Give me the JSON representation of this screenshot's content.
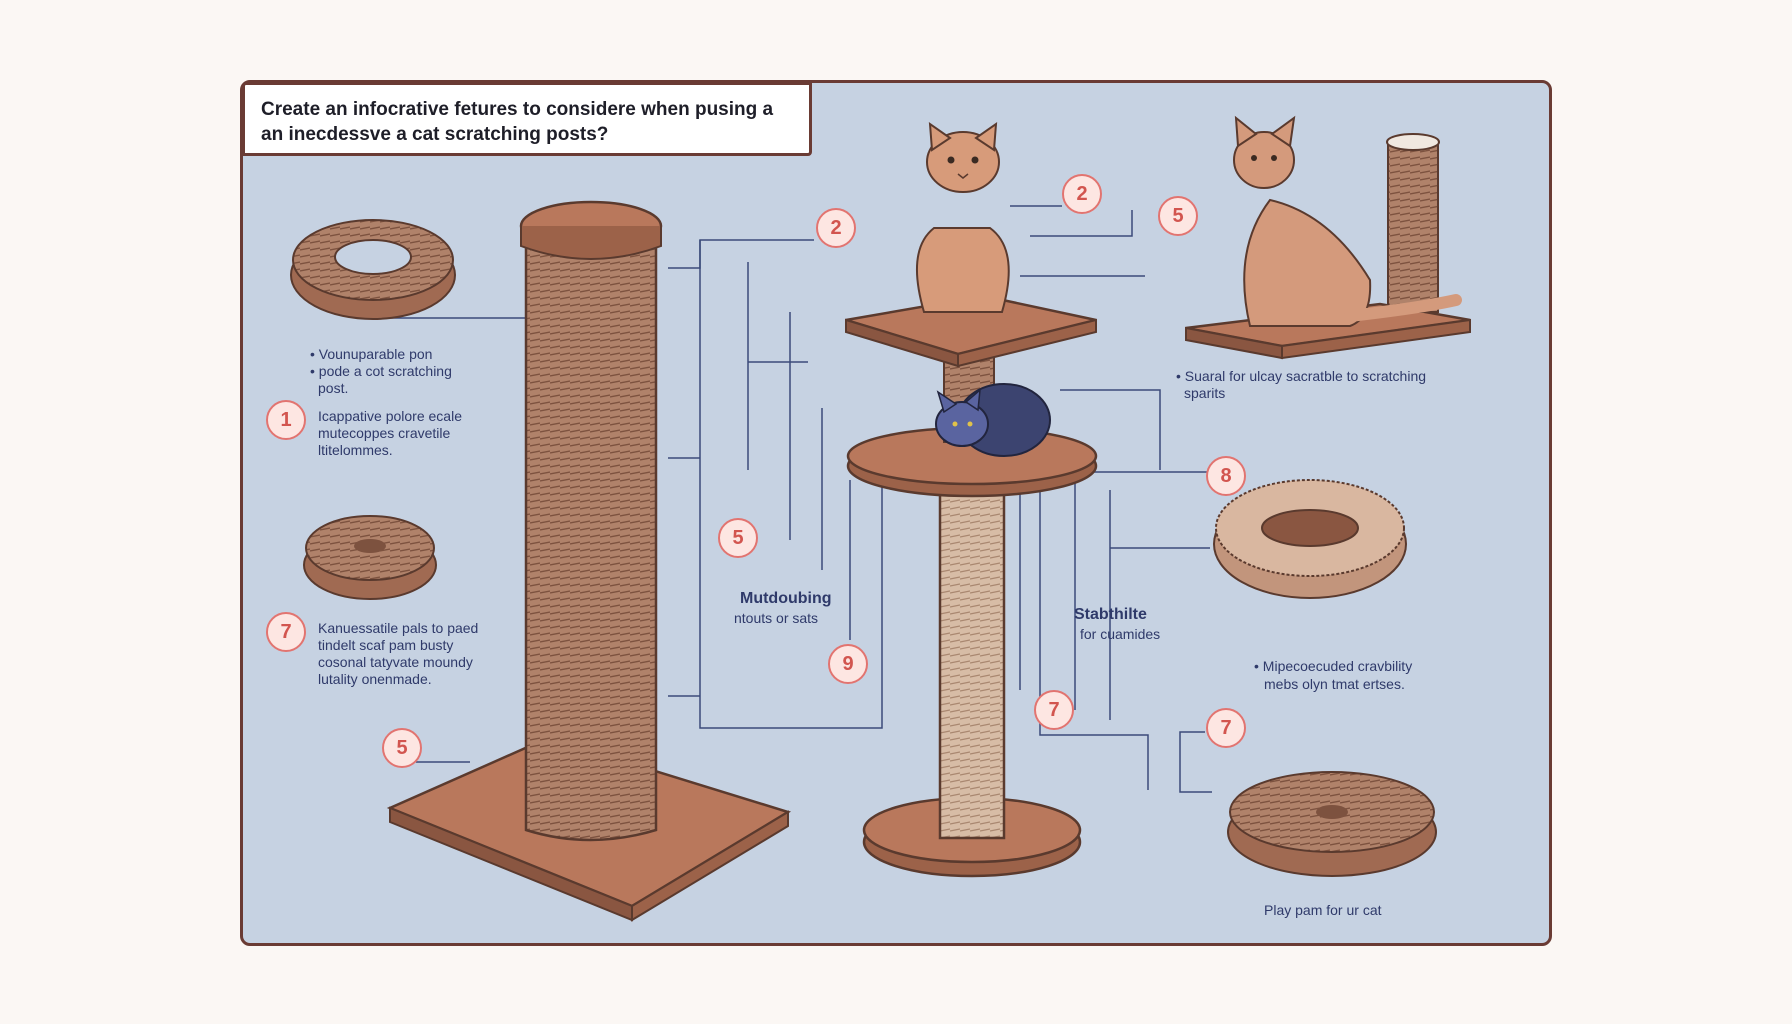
{
  "title": "Create an infocrative fetures to considere when pusing a an inecdessve a cat scratching posts?",
  "labels": {
    "post_left_1": "• Vounuparable pon",
    "post_left_2": "• pode a cot scratching",
    "post_left_3": "post.",
    "feature_1_1": "Icappative polore ecale",
    "feature_1_2": "mutecoppes cravetile",
    "feature_1_3": "ltitelommes.",
    "feature_7_1": "Kanuessatile pals to paed",
    "feature_7_2": "tindelt scaf pam busty",
    "feature_7_3": "cosonal tatyvate moundy",
    "feature_7_4": "lutality onenmade.",
    "right_top_1": "• Suaral for ulcay sacratble to scratching",
    "right_top_2": "sparits",
    "mid_left_1": "Mutdoubing",
    "mid_left_2": "ntouts or sats",
    "mid_right_1": "Stabthilte",
    "mid_right_2": "for cuamides",
    "bed_1": "• Mipecoecuded cravbility",
    "bed_2": "mebs olyn tmat ertses.",
    "bottom": "Play pam for ur cat"
  },
  "badges": {
    "b1": "1",
    "b7a": "7",
    "b5a": "5",
    "b2a": "2",
    "b2b": "2",
    "b5b": "5",
    "b5c": "5",
    "b9": "9",
    "b7b": "7",
    "b8": "8",
    "b7c": "7"
  },
  "colors": {
    "panel": "#c6d2e2",
    "border": "#6a3b34",
    "badge_fill": "#fde6e2",
    "badge_border": "#e27470",
    "text_blue": "#2f3a6a",
    "wood": "#b9785c",
    "rope": "#b0826a"
  }
}
